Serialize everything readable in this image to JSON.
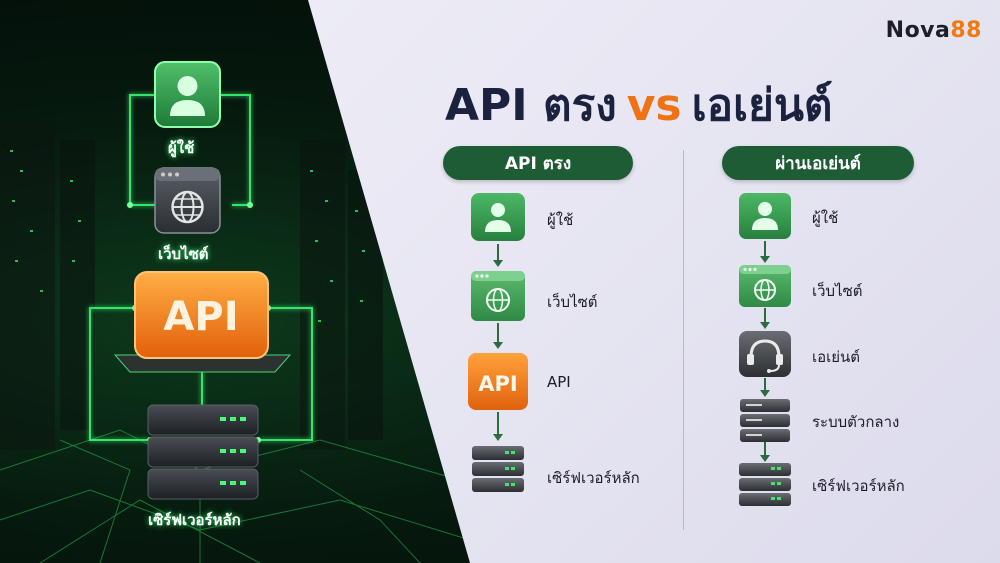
{
  "brand": {
    "prefix": "Nova",
    "suffix": "88",
    "color_prefix": "#1e1e28",
    "color_suffix": "#f07a12"
  },
  "title": {
    "part1": "API ตรง",
    "vs": "vs",
    "part2": "เอเย่นต์"
  },
  "illustration": {
    "user_label": "ผู้ใช้",
    "website_label": "เว็บไซต์",
    "api_label": "API",
    "server_label": "เซิร์ฟเวอร์หลัก"
  },
  "direct": {
    "header": "API ตรง",
    "steps": [
      {
        "icon": "user-icon",
        "label": "ผู้ใช้"
      },
      {
        "icon": "website-icon",
        "label": "เว็บไซต์"
      },
      {
        "icon": "api-icon",
        "label": "API"
      },
      {
        "icon": "server-icon",
        "label": "เซิร์ฟเวอร์หลัก"
      }
    ]
  },
  "agent": {
    "header": "ผ่านเอเย่นต์",
    "steps": [
      {
        "icon": "user-icon",
        "label": "ผู้ใช้"
      },
      {
        "icon": "website-icon",
        "label": "เว็บไซต์"
      },
      {
        "icon": "headset-icon",
        "label": "เอเย่นต์"
      },
      {
        "icon": "server-icon",
        "label": "ระบบตัวกลาง"
      },
      {
        "icon": "server-icon",
        "label": "เซิร์ฟเวอร์หลัก"
      }
    ]
  },
  "colors": {
    "pill": "#1e5c35",
    "accent": "#ef7215",
    "title": "#1b2240",
    "green_icon": "#3fa35a",
    "neon": "#3cff7a"
  }
}
